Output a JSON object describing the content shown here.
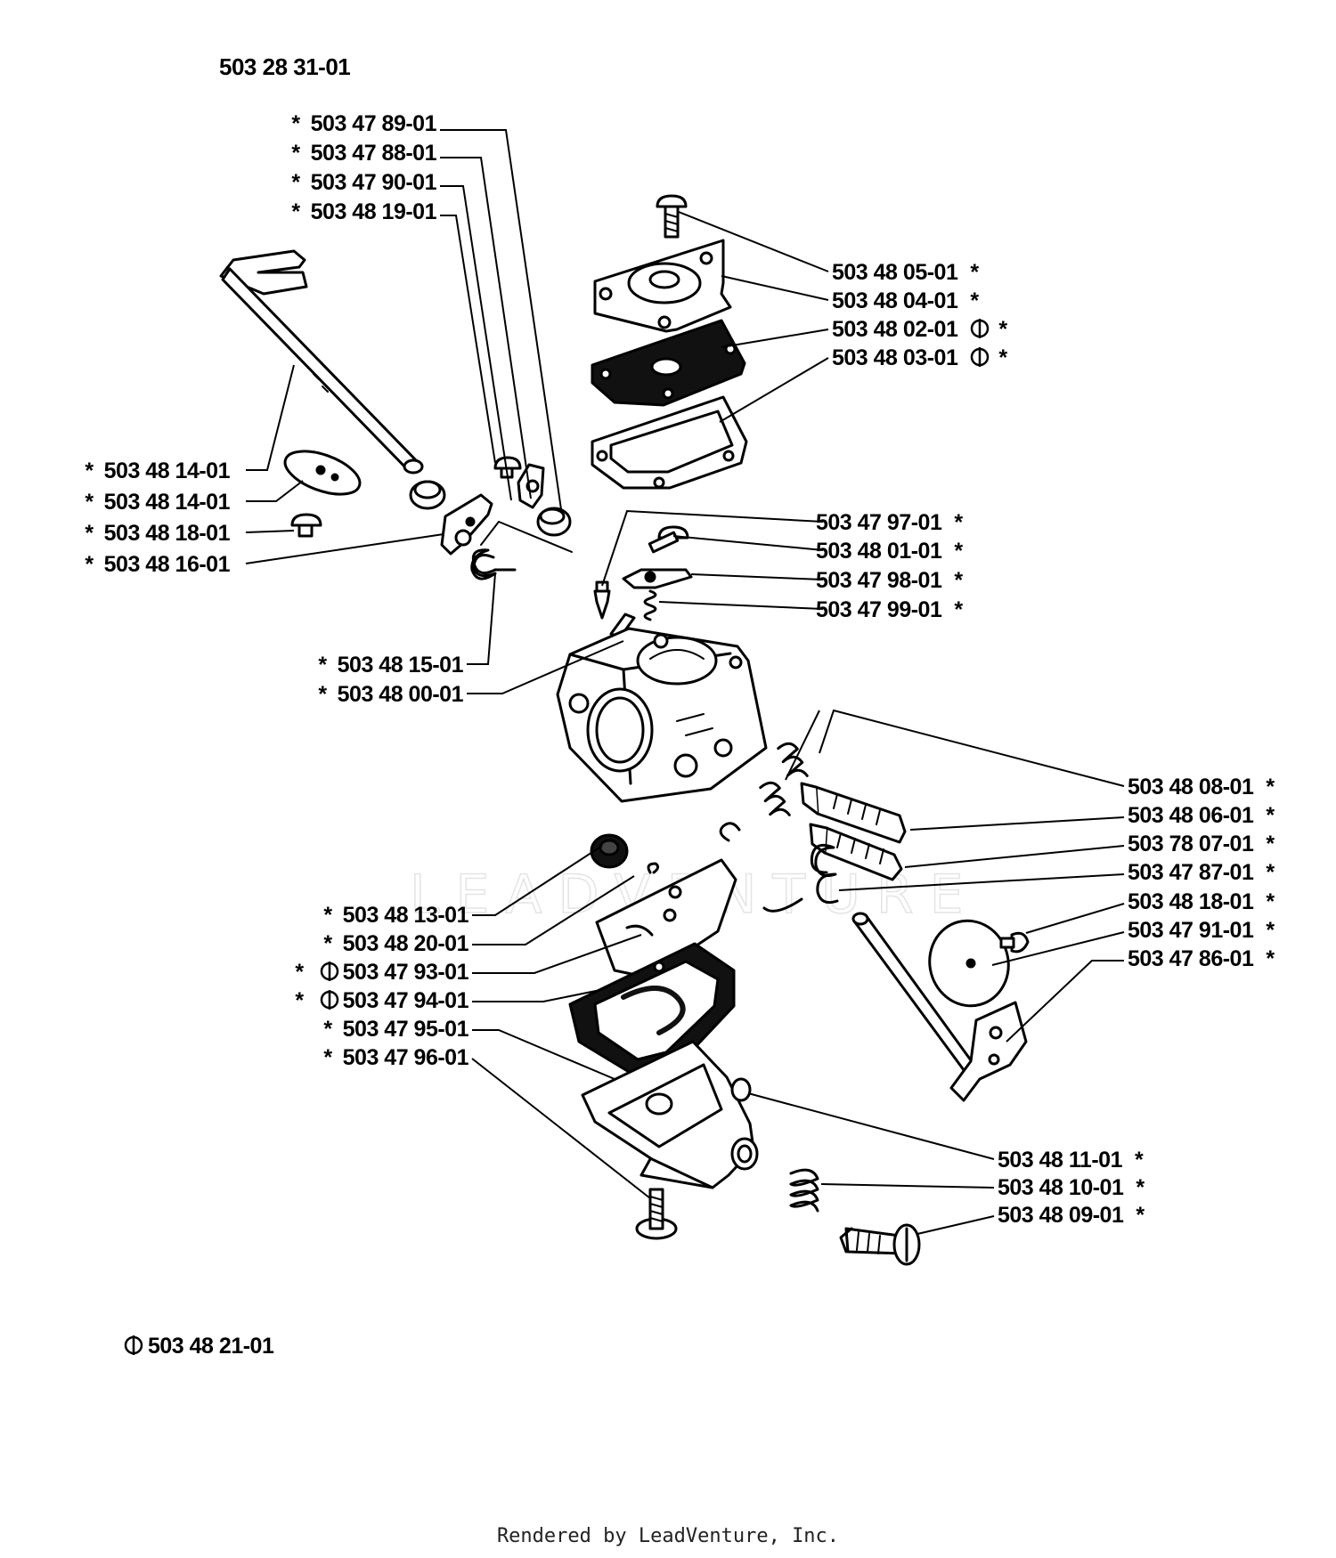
{
  "header": {
    "assembly_part_number": "503 28 31-01"
  },
  "footer": {
    "kit_note": "503 48 21-01",
    "rendered_by": "Rendered by LeadVenture, Inc."
  },
  "watermark": "LEADVENTURE",
  "symbols": {
    "kit_icon": "circle-bar-kit-icon",
    "asterisk": "*"
  },
  "colors": {
    "ink": "#000000",
    "background": "#ffffff"
  },
  "labels": [
    {
      "text": "503 47 89-01",
      "prefix": "*"
    },
    {
      "text": "503 47 88-01",
      "prefix": "*"
    },
    {
      "text": "503 47 90-01",
      "prefix": "*"
    },
    {
      "text": "503 48 19-01",
      "prefix": "*"
    },
    {
      "text": "503 48 05-01",
      "suffix": "*"
    },
    {
      "text": "503 48 04-01",
      "suffix": "*"
    },
    {
      "text": "503 48 02-01",
      "suffix": "*",
      "kit": true
    },
    {
      "text": "503 48 03-01",
      "suffix": "*",
      "kit": true
    },
    {
      "text": "503 48 14-01",
      "prefix": "*"
    },
    {
      "text": "503 48 14-01",
      "prefix": "*"
    },
    {
      "text": "503 48 18-01",
      "prefix": "*"
    },
    {
      "text": "503 48 16-01",
      "prefix": "*"
    },
    {
      "text": "503 47 97-01",
      "suffix": "*"
    },
    {
      "text": "503 48 01-01",
      "suffix": "*"
    },
    {
      "text": "503 47 98-01",
      "suffix": "*"
    },
    {
      "text": "503 47 99-01",
      "suffix": "*"
    },
    {
      "text": "503 48 15-01",
      "prefix": "*"
    },
    {
      "text": "503 48 00-01",
      "prefix": "*"
    },
    {
      "text": "503 48 08-01",
      "suffix": "*"
    },
    {
      "text": "503 48 06-01",
      "suffix": "*"
    },
    {
      "text": "503 78 07-01",
      "suffix": "*"
    },
    {
      "text": "503 47 87-01",
      "suffix": "*"
    },
    {
      "text": "503 48 18-01",
      "suffix": "*"
    },
    {
      "text": "503 47 91-01",
      "suffix": "*"
    },
    {
      "text": "503 47 86-01",
      "suffix": "*"
    },
    {
      "text": "503 48 13-01",
      "prefix": "*"
    },
    {
      "text": "503 48 20-01",
      "prefix": "*"
    },
    {
      "text": "503 47 93-01",
      "prefix": "*",
      "kit": true
    },
    {
      "text": "503 47 94-01",
      "prefix": "*",
      "kit": true
    },
    {
      "text": "503 47 95-01",
      "prefix": "*"
    },
    {
      "text": "503 47 96-01",
      "prefix": "*"
    },
    {
      "text": "503 48 11-01",
      "suffix": "*"
    },
    {
      "text": "503 48 10-01",
      "suffix": "*"
    },
    {
      "text": "503 48 09-01",
      "suffix": "*"
    }
  ]
}
